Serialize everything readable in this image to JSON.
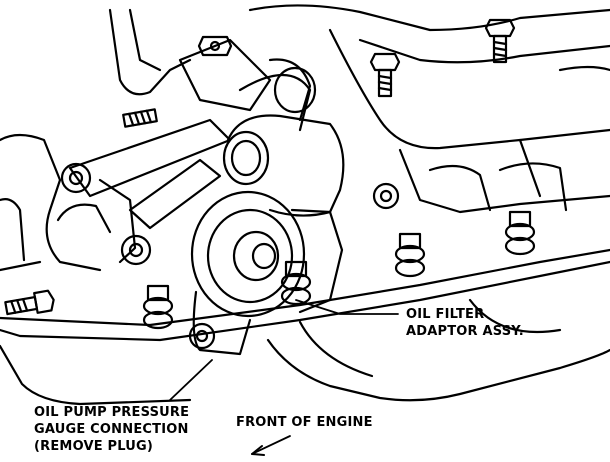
{
  "labels": {
    "oil_filter_adaptor": [
      "OIL FILTER",
      "ADAPTOR ASSY."
    ],
    "oil_pump_gauge": [
      "OIL PUMP PRESSURE",
      "GAUGE CONNECTION",
      "(REMOVE PLUG)"
    ],
    "front_of_engine": "FRONT OF ENGINE"
  },
  "colors": {
    "ink": "#000000",
    "paper": "#ffffff"
  }
}
